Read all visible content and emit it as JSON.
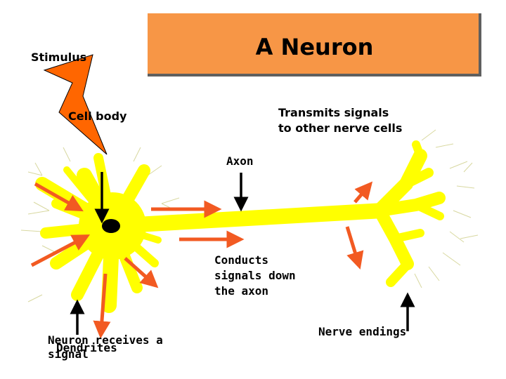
{
  "title": "A Neuron",
  "labels": {
    "stimulus": "Stimulus",
    "cell_body": "Cell body",
    "transmits": [
      "Transmits signals",
      "to other nerve cells"
    ],
    "axon": "Axon",
    "conducts": [
      "Conducts",
      "signals down",
      "the axon"
    ],
    "nerve_endings": "Nerve endings",
    "receives": [
      "Neuron receives a",
      "signal"
    ],
    "dendrites": "Dendrites"
  },
  "colors": {
    "title_box": "#f79646",
    "neuron": "#ffff00",
    "arrow_orange": "#f25a22",
    "lightning": "#ff6600",
    "nucleus": "#000000"
  }
}
